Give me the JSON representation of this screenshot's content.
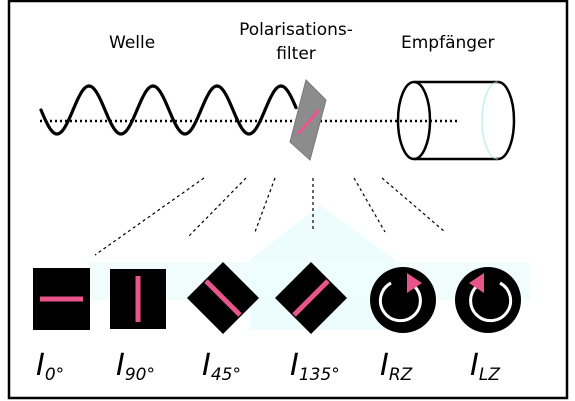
{
  "labels": {
    "wave": "Welle",
    "filter_line1": "Polarisations-",
    "filter_line2": "filter",
    "receiver": "Empfänger"
  },
  "filters": [
    {
      "symbol": "I",
      "subscript": "0°",
      "kind": "linear",
      "angle_deg": 0
    },
    {
      "symbol": "I",
      "subscript": "90°",
      "kind": "linear",
      "angle_deg": 90
    },
    {
      "symbol": "I",
      "subscript": "45°",
      "kind": "linear",
      "angle_deg": 45
    },
    {
      "symbol": "I",
      "subscript": "135°",
      "kind": "linear",
      "angle_deg": 135
    },
    {
      "symbol": "I",
      "subscript": "RZ",
      "kind": "circular",
      "direction": "right"
    },
    {
      "symbol": "I",
      "subscript": "LZ",
      "kind": "circular",
      "direction": "left"
    }
  ],
  "colors": {
    "frame": "#000000",
    "filter_fill": "#000000",
    "polarizer_line": "#e8558a",
    "polarizer_plane": "#8a8a8a",
    "arc": "#ffffff",
    "beam_glow": "#e6fbfb"
  }
}
